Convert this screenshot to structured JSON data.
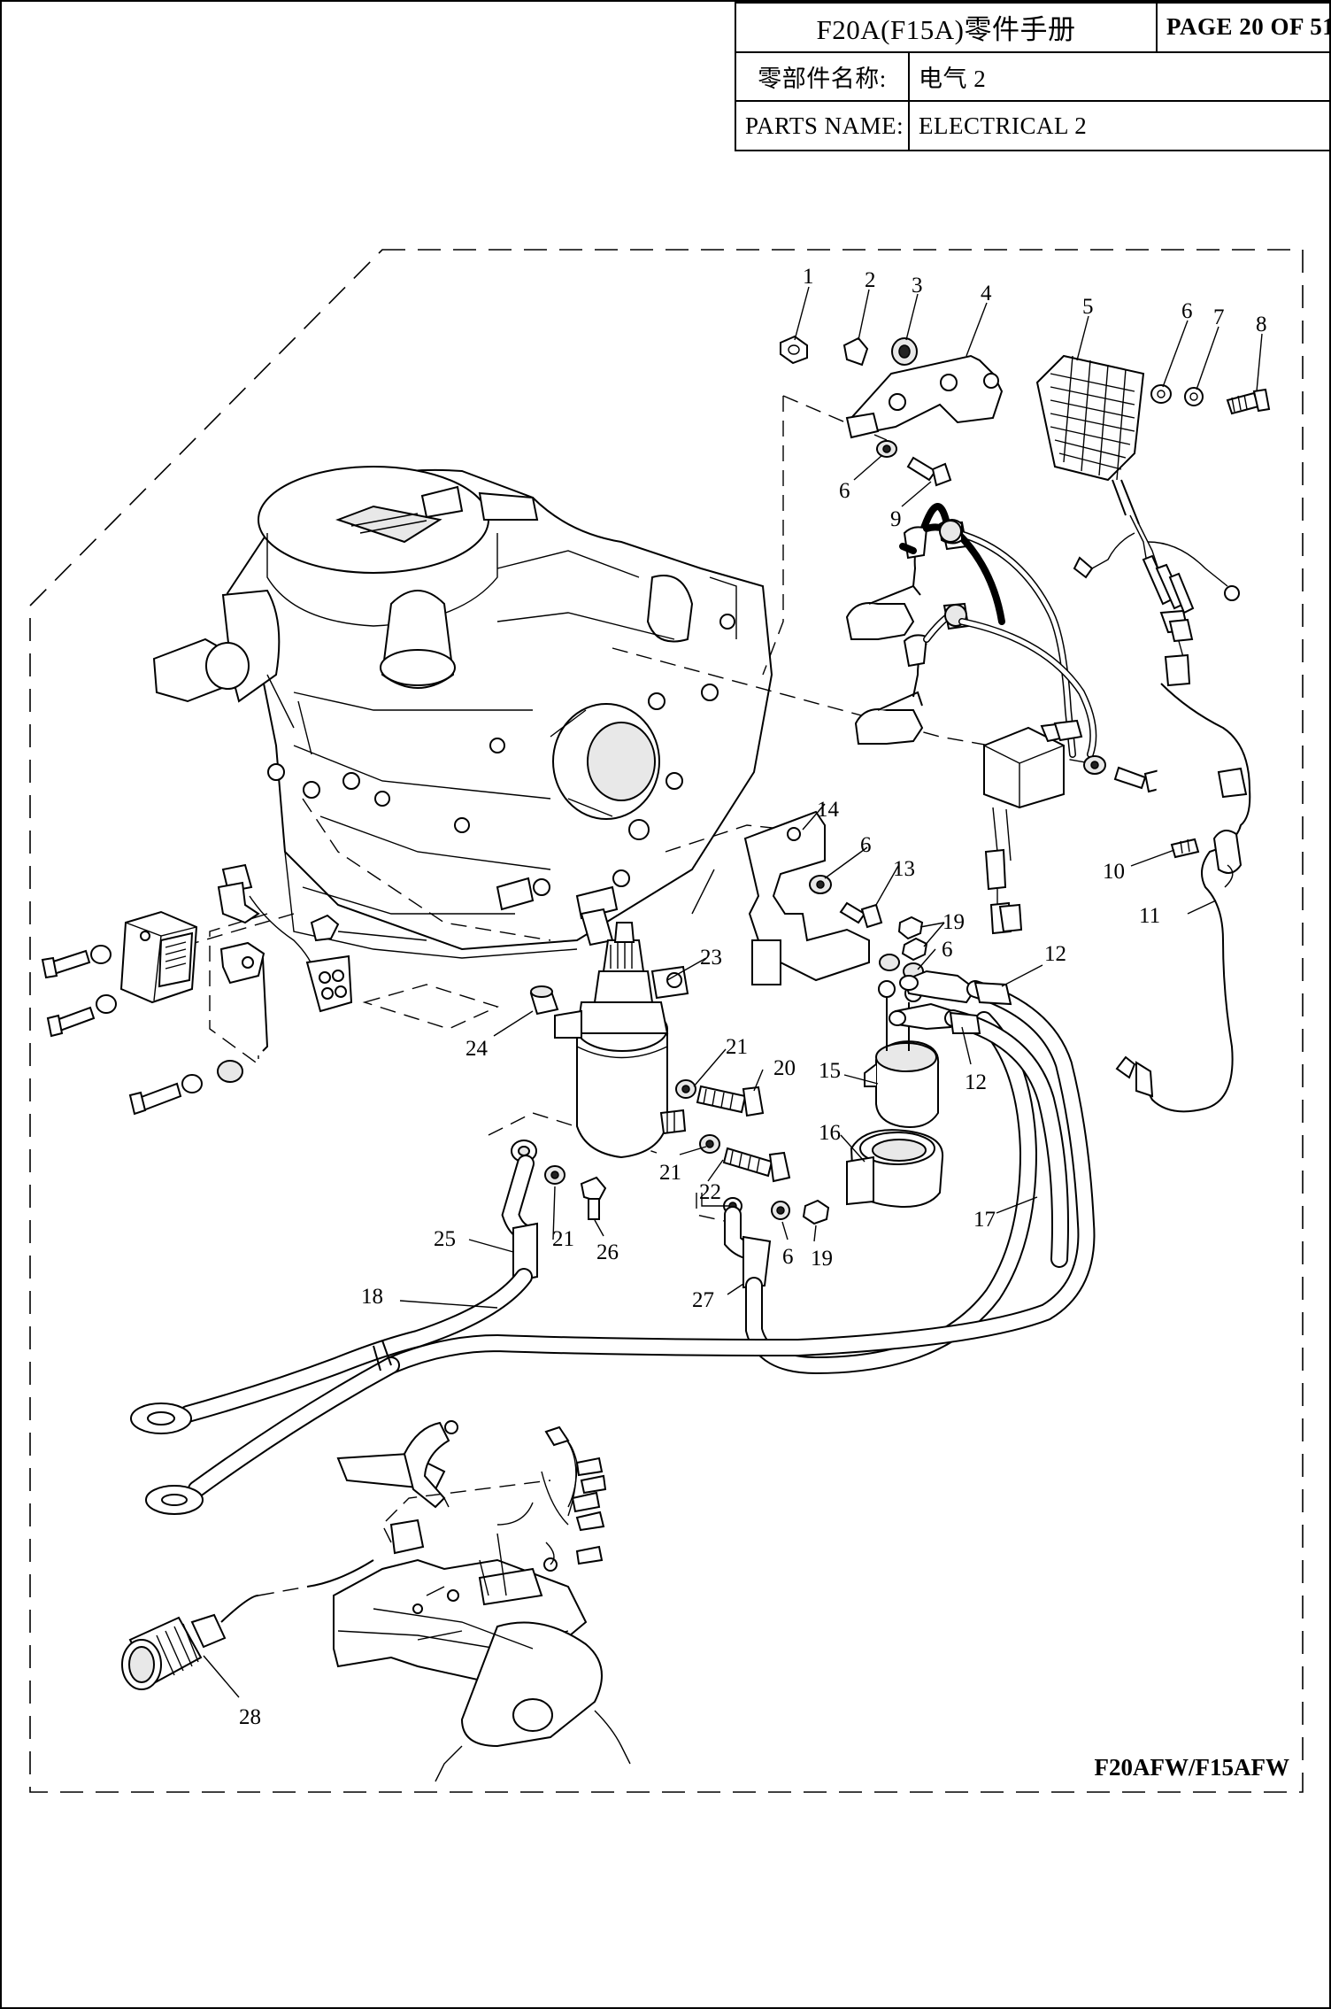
{
  "header": {
    "document_title": "F20A(F15A)零件手册",
    "page_label": "PAGE 20 OF 51",
    "cn_name_label": "零部件名称:",
    "cn_name_value": "电气 2",
    "en_name_label": "PARTS NAME:",
    "en_name_value": "ELECTRICAL 2"
  },
  "model_code": "F20AFW/F15AFW",
  "callouts": [
    "1",
    "2",
    "3",
    "4",
    "5",
    "6",
    "7",
    "8",
    "6",
    "9",
    "14",
    "6",
    "13",
    "10",
    "11",
    "19",
    "6",
    "12",
    "23",
    "21",
    "20",
    "24",
    "15",
    "12",
    "16",
    "21",
    "22",
    "17",
    "21",
    "26",
    "6",
    "19",
    "25",
    "27",
    "18",
    "28"
  ]
}
